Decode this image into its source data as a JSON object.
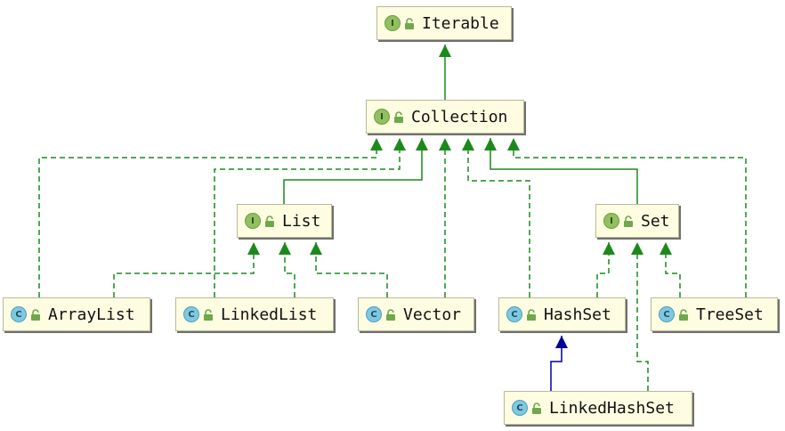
{
  "nodes": [
    {
      "id": "iterable",
      "name": "Iterable",
      "kind": "interface",
      "badge": "I"
    },
    {
      "id": "collection",
      "name": "Collection",
      "kind": "interface",
      "badge": "I"
    },
    {
      "id": "list",
      "name": "List",
      "kind": "interface",
      "badge": "I"
    },
    {
      "id": "set",
      "name": "Set",
      "kind": "interface",
      "badge": "I"
    },
    {
      "id": "arraylist",
      "name": "ArrayList",
      "kind": "class",
      "badge": "C"
    },
    {
      "id": "linkedlist",
      "name": "LinkedList",
      "kind": "class",
      "badge": "C"
    },
    {
      "id": "vector",
      "name": "Vector",
      "kind": "class",
      "badge": "C"
    },
    {
      "id": "hashset",
      "name": "HashSet",
      "kind": "class",
      "badge": "C"
    },
    {
      "id": "treeset",
      "name": "TreeSet",
      "kind": "class",
      "badge": "C"
    },
    {
      "id": "linkedhashset",
      "name": "LinkedHashSet",
      "kind": "class",
      "badge": "C"
    }
  ],
  "edges": [
    {
      "from": "collection",
      "to": "iterable",
      "type": "extends"
    },
    {
      "from": "list",
      "to": "collection",
      "type": "extends"
    },
    {
      "from": "set",
      "to": "collection",
      "type": "extends"
    },
    {
      "from": "arraylist",
      "to": "collection",
      "type": "implements"
    },
    {
      "from": "linkedlist",
      "to": "collection",
      "type": "implements"
    },
    {
      "from": "vector",
      "to": "collection",
      "type": "implements"
    },
    {
      "from": "hashset",
      "to": "collection",
      "type": "implements"
    },
    {
      "from": "treeset",
      "to": "collection",
      "type": "implements"
    },
    {
      "from": "arraylist",
      "to": "list",
      "type": "implements"
    },
    {
      "from": "linkedlist",
      "to": "list",
      "type": "implements"
    },
    {
      "from": "vector",
      "to": "list",
      "type": "implements"
    },
    {
      "from": "hashset",
      "to": "set",
      "type": "implements"
    },
    {
      "from": "linkedhashset",
      "to": "set",
      "type": "implements"
    },
    {
      "from": "treeset",
      "to": "set",
      "type": "implements"
    },
    {
      "from": "linkedhashset",
      "to": "hashset",
      "type": "extends-class"
    }
  ],
  "colors": {
    "interface_edge": "#1b8a1b",
    "class_edge": "#000096",
    "node_fill": "#fefde2",
    "interface_badge": "#90c060",
    "class_badge": "#7fc8e0",
    "lock": "#6fa84a"
  }
}
